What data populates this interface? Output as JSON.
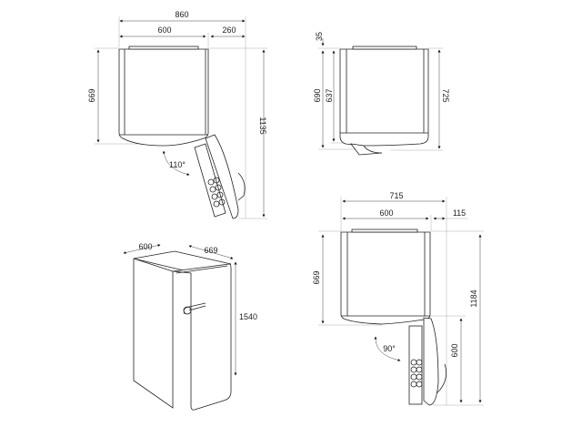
{
  "views": {
    "top_view_110": {
      "overall_width": "860",
      "body_width": "600",
      "door_extension": "260",
      "depth": "669",
      "total_depth_open": "1135",
      "door_angle": "110°"
    },
    "side_view": {
      "top_offset": "35",
      "height_690": "690",
      "height_637": "637",
      "overall": "725"
    },
    "top_view_90": {
      "overall_width": "715",
      "body_width": "600",
      "door_extension": "115",
      "depth": "669",
      "total_depth_open": "1184",
      "door_depth": "600",
      "door_angle": "90°"
    },
    "isometric": {
      "width": "600",
      "depth": "669",
      "height": "1540"
    }
  },
  "colors": {
    "line": "#222222",
    "background": "#ffffff"
  }
}
